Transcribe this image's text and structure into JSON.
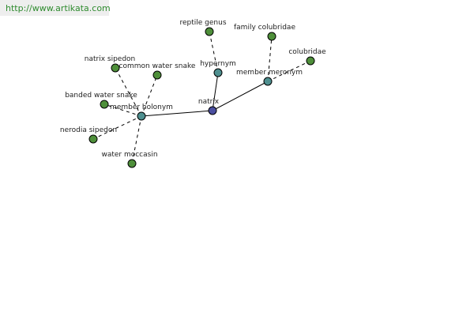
{
  "watermark": {
    "url": "http://www.artikata.com"
  },
  "graph": {
    "center": {
      "id": "natrix",
      "label": "natrix"
    },
    "relations": [
      {
        "id": "hypernym",
        "label": "hypernym"
      },
      {
        "id": "member-meronym",
        "label": "member meronym"
      },
      {
        "id": "member-holonym",
        "label": "member holonym"
      }
    ],
    "leaves": [
      {
        "id": "reptile-genus",
        "label": "reptile genus",
        "relation": "hypernym"
      },
      {
        "id": "family-colubridae",
        "label": "family colubridae",
        "relation": "member-meronym"
      },
      {
        "id": "colubridae",
        "label": "colubridae",
        "relation": "member-meronym"
      },
      {
        "id": "natrix-sipedon",
        "label": "natrix sipedon",
        "relation": "member-holonym"
      },
      {
        "id": "common-water-snake",
        "label": "common water snake",
        "relation": "member-holonym"
      },
      {
        "id": "banded-water-snake",
        "label": "banded water snake",
        "relation": "member-holonym"
      },
      {
        "id": "nerodia-sipedon",
        "label": "nerodia sipedon",
        "relation": "member-holonym"
      },
      {
        "id": "water-moccasin",
        "label": "water moccasin",
        "relation": "member-holonym"
      }
    ]
  }
}
